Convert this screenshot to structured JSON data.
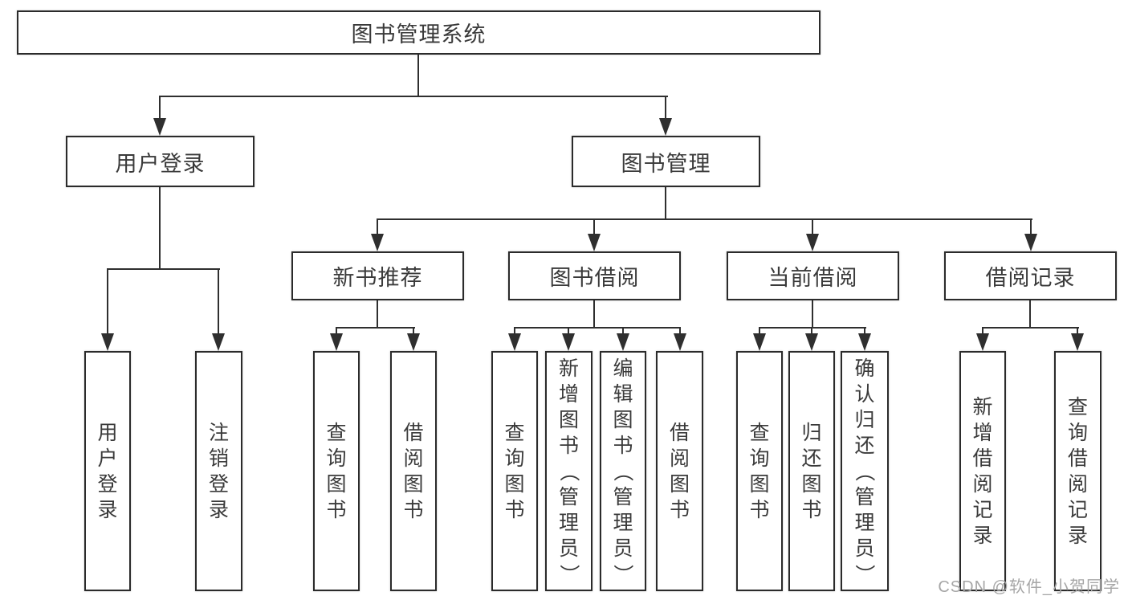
{
  "title": "图书管理系统",
  "level2": {
    "user_login": "用户登录",
    "book_management": "图书管理"
  },
  "level3": {
    "new_book_recommend": "新书推荐",
    "book_borrow": "图书借阅",
    "current_borrow": "当前借阅",
    "borrow_records": "借阅记录"
  },
  "leaves": {
    "user_login": "用户登录",
    "logout": "注销登录",
    "newbook_query": "查询图书",
    "newbook_borrow": "借阅图书",
    "borrow_query": "查询图书",
    "borrow_add": "新增图书（管理员）",
    "borrow_edit": "编辑图书（管理员）",
    "borrow_borrow": "借阅图书",
    "current_query": "查询图书",
    "current_return": "归还图书",
    "current_confirm": "确认归还（管理员）",
    "records_add": "新增借阅记录",
    "records_query": "查询借阅记录"
  },
  "watermark": "CSDN @软件_小贺同学",
  "colors": {
    "line": "#2f2f2f",
    "box_border": "#2b2b2b",
    "text": "#3a3a3a",
    "watermark": "#a6a6a6",
    "background": "#ffffff"
  }
}
